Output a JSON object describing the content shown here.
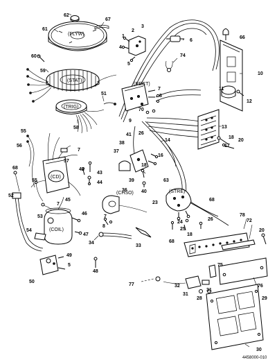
{
  "diagram": {
    "reference_code": "4458000-010",
    "component_labels": {
      "flyw": "(FLYW)",
      "stat": "(STAT)",
      "trig": "(TRIG)",
      "rect": "(RECT)",
      "cd": "(CD)",
      "coil": "(COIL)",
      "chso": "(CHSO)",
      "stre": "(STRE)"
    },
    "callouts": {
      "c1": "1",
      "c2": "2",
      "c3": "3",
      "c4": "4",
      "c5": "5",
      "c5b": "5",
      "c6": "6",
      "c7": "7",
      "c7b": "7",
      "c7c": "7",
      "c7d": "7",
      "c8": "8",
      "c8b": "8",
      "c9": "9",
      "c10": "10",
      "c11": "11",
      "c12": "12",
      "c13": "13",
      "c14": "14",
      "c16": "16",
      "c17": "17",
      "c18": "18",
      "c18b": "18",
      "c20": "20",
      "c20b": "20",
      "c23": "23",
      "c24": "24",
      "c25": "25",
      "c26": "26",
      "c26b": "26",
      "c28": "28",
      "c29": "29",
      "c30": "30",
      "c31": "31",
      "c31b": "31",
      "c32": "32",
      "c33": "33",
      "c34": "34",
      "c36": "36",
      "c37": "37",
      "c38": "38",
      "c39": "39",
      "c40": "40",
      "c41": "41",
      "c42": "42",
      "c43": "43",
      "c44": "44",
      "c45": "45",
      "c46": "46",
      "c47": "47",
      "c48": "48",
      "c49": "49",
      "c50": "50",
      "c51": "51",
      "c52": "52",
      "c53": "53",
      "c54": "54",
      "c55": "55",
      "c55b": "55",
      "c56": "56",
      "c57": "57",
      "c58": "58",
      "c59": "59",
      "c60": "60",
      "c61": "61",
      "c62": "62",
      "c63": "63",
      "c66": "66",
      "c67": "67",
      "c68": "68",
      "c68b": "68",
      "c68c": "68",
      "c70": "70",
      "c72": "72",
      "c74": "74",
      "c75": "75",
      "c76": "76",
      "c77": "77",
      "c78": "78"
    }
  }
}
